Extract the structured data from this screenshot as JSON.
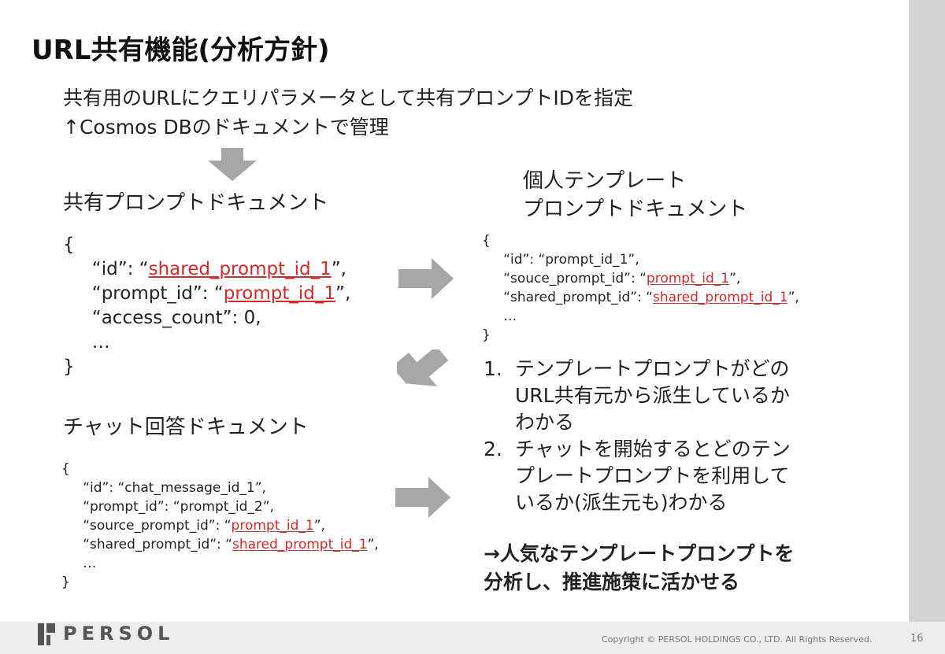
{
  "title": "URL共有機能(分析方針)",
  "lead": {
    "line1": "共有用のURLにクエリパラメータとして共有プロンプトIDを指定",
    "line2": "↑Cosmos DBのドキュメントで管理"
  },
  "shared_doc": {
    "heading": "共有プロンプトドキュメント",
    "open": "{",
    "id_key": "“id”: “",
    "id_val": "shared_prompt_id_1",
    "id_end": "”,",
    "prompt_key": "“prompt_id”: “",
    "prompt_val": "prompt_id_1",
    "prompt_end": "”,",
    "access": "“access_count”: 0,",
    "ellipsis": "…",
    "close": "}"
  },
  "template_doc": {
    "heading_line1": "個人テンプレート",
    "heading_line2": "プロンプトドキュメント",
    "open": "{",
    "id_line": "“id”: “prompt_id_1”,",
    "source_key": "“souce_prompt_id”: “",
    "source_val": "prompt_id_1",
    "source_end": "”,",
    "shared_key": "“shared_prompt_id”: “",
    "shared_val": "shared_prompt_id_1",
    "shared_end": "”,",
    "ellipsis": "…",
    "close": "}"
  },
  "chat_doc": {
    "heading": "チャット回答ドキュメント",
    "open": "{",
    "id_line": "“id”: “chat_message_id_1”,",
    "prompt_line": "“prompt_id”: “prompt_id_2”,",
    "source_key": "“source_prompt_id”: “",
    "source_val": "prompt_id_1",
    "source_end": "”,",
    "shared_key": "“shared_prompt_id”: “",
    "shared_val": "shared_prompt_id_1",
    "shared_end": "”,",
    "ellipsis": "…",
    "close": "}"
  },
  "points": [
    {
      "num": "1.",
      "lines": [
        "テンプレートプロンプトがどの",
        "URL共有元から派生しているか",
        "わかる"
      ]
    },
    {
      "num": "2.",
      "lines": [
        "チャットを開始するとどのテン",
        "プレートプロンプトを利用して",
        "いるか(派生元も)わかる"
      ]
    }
  ],
  "conclusion": {
    "line1": "→人気なテンプレートプロンプトを",
    "line2": "分析し、推進施策に活かせる"
  },
  "footer": {
    "logo": "PERSOL",
    "copyright": "Copyright © PERSOL HOLDINGS CO., LTD. All Rights Reserved.",
    "page": "16"
  },
  "colors": {
    "accent_red": "#d12a2a",
    "arrow_gray": "#a6a6a6",
    "side_band": "#d3d3d3"
  }
}
